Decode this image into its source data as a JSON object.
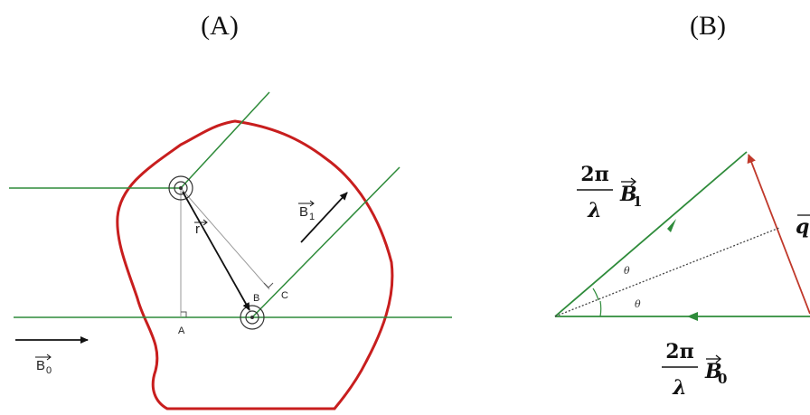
{
  "panels": {
    "a": {
      "label": "(A)"
    },
    "b": {
      "label": "(B)"
    }
  },
  "panel_a": {
    "point_labels": {
      "a": "A",
      "b": "B",
      "c": "C"
    },
    "vector_r": "r",
    "vector_b1": {
      "base": "B",
      "sub": "1"
    },
    "vector_b0": {
      "base": "B",
      "sub": "0"
    }
  },
  "panel_b": {
    "b1_label": {
      "num": "2π",
      "den": "λ",
      "vec": "B",
      "sub": "1"
    },
    "b0_label": {
      "num": "2π",
      "den": "λ",
      "vec": "B",
      "sub": "0"
    },
    "q_label": "q",
    "theta_upper": "θ",
    "theta_lower": "θ"
  },
  "colors": {
    "beam": "#2e8b3a",
    "scatterer": "#c81e1e",
    "q_vector": "#c0392b",
    "black": "#111111",
    "gray": "#9a9a9a"
  }
}
